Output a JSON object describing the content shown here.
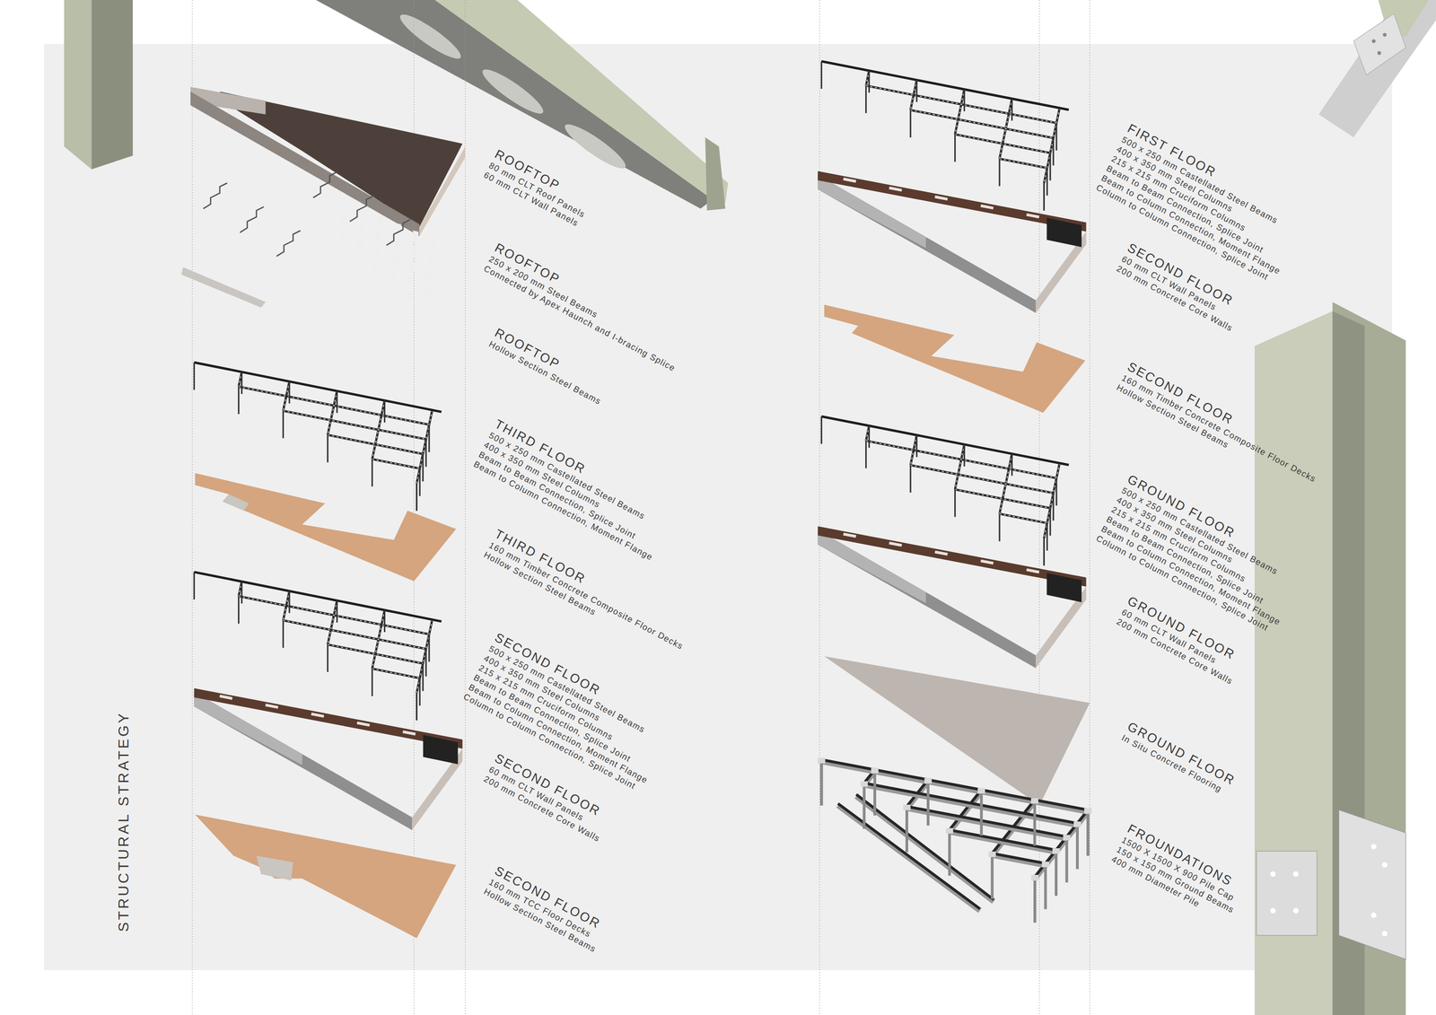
{
  "diagram": {
    "title": "STRUCTURAL STRATEGY",
    "labels": [
      "ROOFTOP",
      "80 mm CLT Roof Panels",
      "60 mm CLT Wall Panels",
      "ROOFTOP",
      "250 x 200 mm Steel Beams",
      "Connected by Apex Haunch and I-bracing Splice",
      "ROOFTOP",
      "Hollow Section Steel Beams",
      "THIRD FLOOR",
      "500 x 250 mm Castellated Steel Beams",
      "400 x 350 mm Steel Columns",
      "Beam to Beam Connection, Splice Joint",
      "Beam to Column Connection, Moment Flange",
      "THIRD FLOOR",
      "160 mm Timber Concrete Composite Floor Decks",
      "Hollow Section Steel Beams",
      "SECOND FLOOR",
      "500 x 250 mm Castellated Steel Beams",
      "400 x 350 mm Steel Columns",
      "215 x 215 mm Cruciform Columns",
      "Beam to Beam Connection, Splice Joint",
      "Beam to Column Connection, Moment Flange",
      "Column to Column Connection, Splice Joint",
      "SECOND FLOOR",
      "60 mm CLT Wall Panels",
      "200 mm Concrete Core Walls",
      "SECOND FLOOR",
      "160 mm TCC Floor Decks",
      "Hollow Section Steel Beams",
      "FIRST FLOOR",
      "500 x 250 mm Castellated Steel Beams",
      "400 x 350 mm Steel Columns",
      "215 x 215 mm Cruciform Columns",
      "Beam to Beam Connection, Splice Joint",
      "Beam to Column Connection, Moment Flange",
      "Column to Column Connection, Splice Joint",
      "SECOND FLOOR",
      "60 mm CLT Wall Panels",
      "200 mm Concrete Core Walls",
      "SECOND FLOOR",
      "160 mm Timber Concrete Composite Floor Decks",
      "Hollow Section Steel Beams",
      "GROUND FLOOR",
      "500 x 250 mm Castellated Steel Beams",
      "400 x 350 mm Steel Columns",
      "215 x 215 mm Cruciform Columns",
      "Beam to Beam Connection, Splice Joint",
      "Beam to Column Connection, Moment Flange",
      "Column to Column Connection, Splice Joint",
      "GROUND FLOOR",
      "60 mm CLT Wall Panels",
      "200 mm Concrete Core Walls",
      "GROUND FLOOR",
      "In Situ Concrete Flooring",
      "FROUNDATIONS",
      "1500 X 1500 X 900 Pile Cap",
      "150 x 150 mm Ground Beams",
      "400 mm Diameter Pile"
    ]
  }
}
